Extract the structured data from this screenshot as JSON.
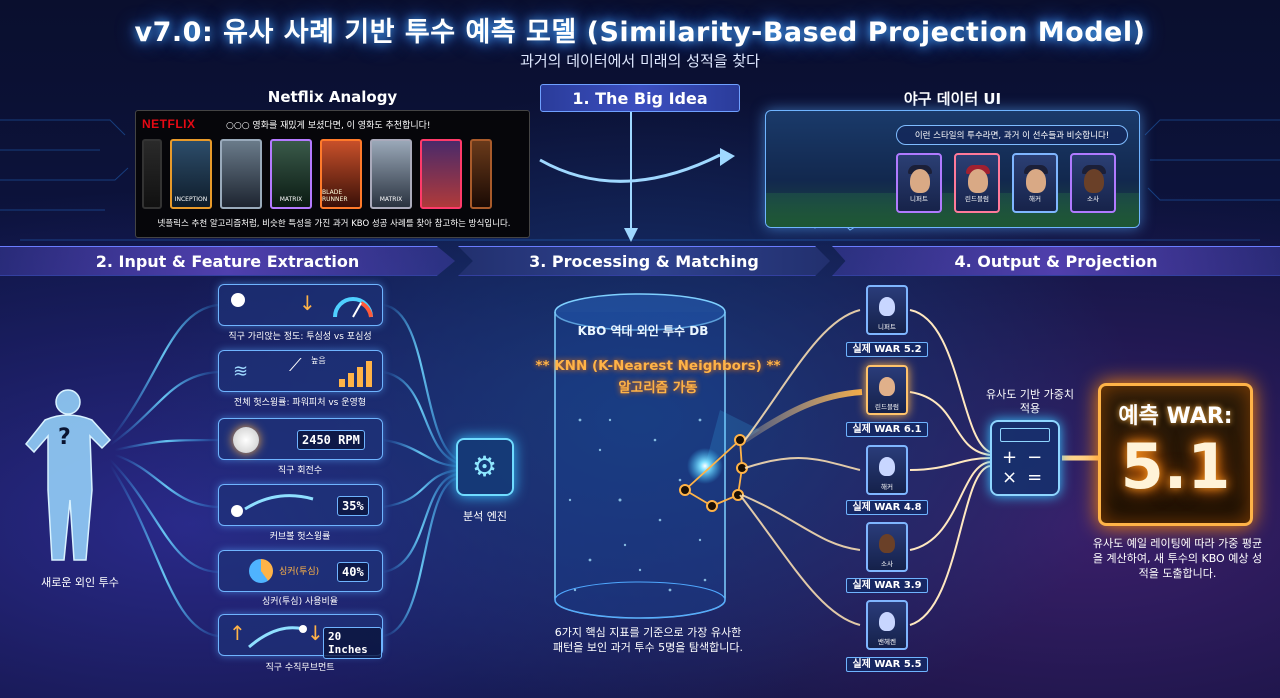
{
  "title": "v7.0: 유사 사례 기반 투수 예측 모델 (Similarity-Based Projection Model)",
  "subtitle": "과거의 데이터에서 미래의 성적을 찾다",
  "sections": {
    "big_idea": "1. The Big Idea",
    "input": "2. Input & Feature Extraction",
    "processing": "3. Processing & Matching",
    "output": "4. Output & Projection"
  },
  "netflix": {
    "title": "Netflix Analogy",
    "logo": "NETFLIX",
    "caption": "○○○ 영화를 재밌게 보셨다면, 이 영화도 추천합니다!",
    "posters": [
      "",
      "INCEPTION",
      "",
      "MATRIX",
      "BLADE RUNNER",
      "MATRIX",
      "",
      ""
    ],
    "description": "넷플릭스 추천 알고리즘처럼, 비슷한 특성을 가진 과거 KBO 성공 사례를 찾아 참고하는 방식입니다."
  },
  "baseball_ui": {
    "title": "야구 데이터 UI",
    "caption": "이런 스타일의 투수라면, 과거 이 선수들과 비슷합니다!",
    "cards": [
      "니퍼트",
      "린드블럼",
      "해커",
      "소사"
    ]
  },
  "input": {
    "pitcher_label": "새로운 외인 투수",
    "features": [
      {
        "label": "직구 가리앉는 정도: 투심성 vs 포심성"
      },
      {
        "label": "전체 헛스윙률: 파워피처 vs 운영형",
        "badge": "높음"
      },
      {
        "label": "직구 회전수",
        "value": "2450 RPM"
      },
      {
        "label": "커브볼 헛스윙률",
        "value": "35%"
      },
      {
        "label": "싱커(투심) 사용비율",
        "value": "40%",
        "tag": "싱커(투심)"
      },
      {
        "label": "직구 수직무브먼트",
        "value": "20 Inches"
      }
    ],
    "engine_label": "분석 엔진"
  },
  "processing": {
    "db_title": "KBO 역대 외인 투수 DB",
    "knn_line1": "** KNN (K-Nearest Neighbors) **",
    "knn_line2": "알고리즘 가동",
    "description": "6가지 핵심 지표를 기준으로 가장 유사한 패턴을 보인 과거 투수 5명을 탐색합니다."
  },
  "output": {
    "neighbors": [
      {
        "name": "니퍼트",
        "war": "실제 WAR 5.2"
      },
      {
        "name": "린드블럼",
        "war": "실제 WAR 6.1"
      },
      {
        "name": "해커",
        "war": "실제 WAR 4.8"
      },
      {
        "name": "소사",
        "war": "실제 WAR 3.9"
      },
      {
        "name": "밴헤켄",
        "war": "실제 WAR 5.5"
      }
    ],
    "similarity_label": "유사도 기반 가중치 적용",
    "prediction_label": "예측 WAR:",
    "prediction_value": "5.1",
    "description": "유사도 예일 레이팅에 따라 가중 평균을 계산하여, 새 투수의 KBO 예상 성적을 도출합니다."
  },
  "colors": {
    "accent_blue": "#4fb3ff",
    "accent_orange": "#ffb347",
    "netflix_red": "#e50914"
  }
}
